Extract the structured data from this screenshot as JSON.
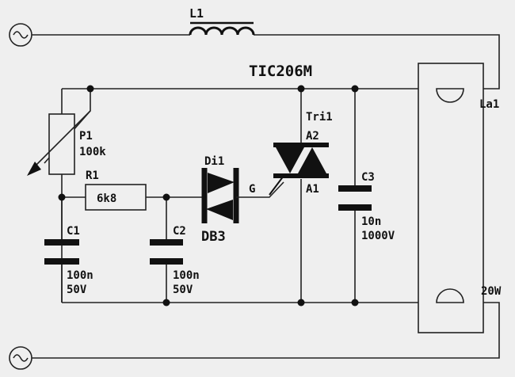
{
  "components": {
    "inductor": {
      "ref": "L1"
    },
    "triac": {
      "ref": "Tri1",
      "part": "TIC206M",
      "pin_a2": "A2",
      "pin_a1": "A1",
      "pin_g": "G"
    },
    "lamp": {
      "ref": "La1",
      "power": "20W"
    },
    "potentiometer": {
      "ref": "P1",
      "value": "100k"
    },
    "resistor": {
      "ref": "R1",
      "value": "6k8"
    },
    "diac": {
      "ref": "Di1",
      "part": "DB3"
    },
    "c1": {
      "ref": "C1",
      "value": "100n",
      "voltage": "50V"
    },
    "c2": {
      "ref": "C2",
      "value": "100n",
      "voltage": "50V"
    },
    "c3": {
      "ref": "C3",
      "value": "10n",
      "voltage": "1000V"
    }
  }
}
